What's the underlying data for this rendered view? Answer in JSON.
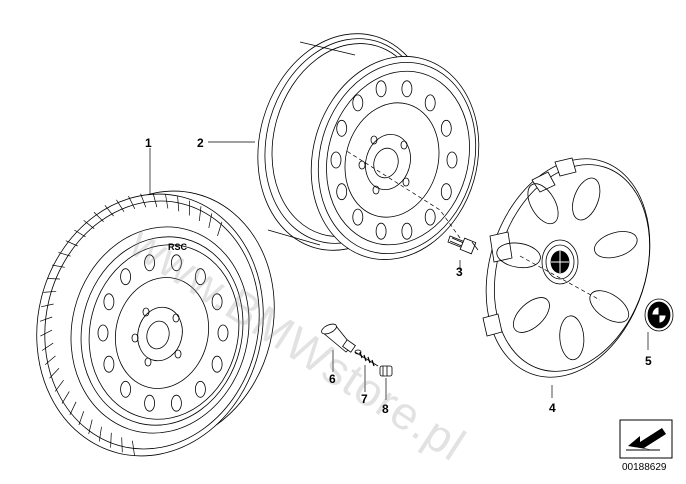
{
  "callouts": {
    "c1": "1",
    "c2": "2",
    "c3": "3",
    "c4": "4",
    "c5": "5",
    "c6": "6",
    "c7": "7",
    "c8": "8"
  },
  "tire_marking": "RSC",
  "watermark": "www.BMWstore.pl",
  "reference_number": "00188629",
  "colors": {
    "line": "#000000",
    "background": "#ffffff",
    "watermark": "#969696"
  }
}
